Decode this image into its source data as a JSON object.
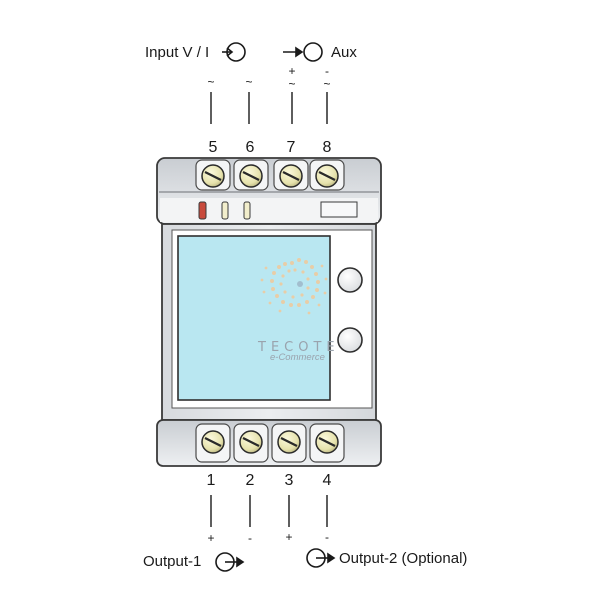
{
  "labels": {
    "input": "Input V / I",
    "aux": "Aux",
    "output1": "Output-1",
    "output2": "Output-2 (Optional)"
  },
  "top_terminals": [
    {
      "number": "5",
      "sign": "~"
    },
    {
      "number": "6",
      "sign": "~"
    },
    {
      "number": "7",
      "sign": "+",
      "sign2": "~"
    },
    {
      "number": "8",
      "sign": "-",
      "sign2": "~"
    }
  ],
  "bottom_terminals": [
    {
      "number": "1",
      "sign": "+"
    },
    {
      "number": "2",
      "sign": "-"
    },
    {
      "number": "3",
      "sign": "+"
    },
    {
      "number": "4",
      "sign": "-"
    }
  ],
  "watermark": {
    "line1": "TECOTEC",
    "line2": "e-Commerce"
  },
  "colors": {
    "screen": "#b9e7f1",
    "body": "#e1e3e6",
    "screw": "#e9e6b5",
    "led_red": "#c84a3c",
    "led_cream": "#f2eecc",
    "watermark_orange": "#f1c99b"
  }
}
